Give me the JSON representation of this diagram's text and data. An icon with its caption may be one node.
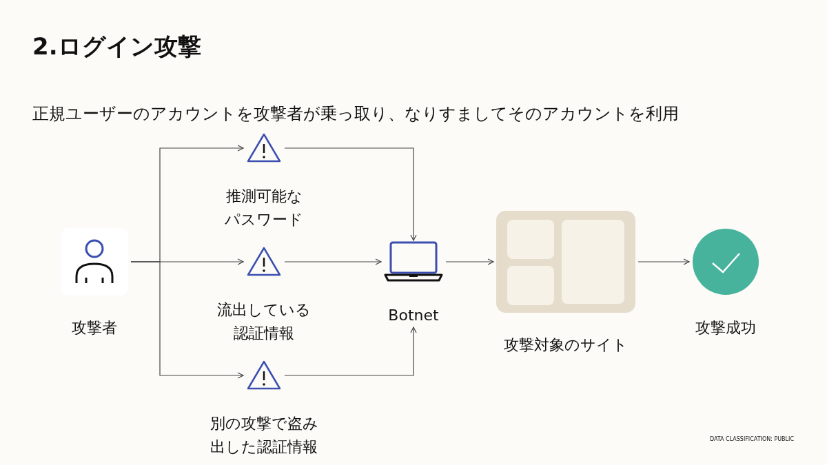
{
  "diagram": {
    "title": "2.ログイン攻撃",
    "nodes": [
      {
        "text": [
          "攻撃者"
        ]
      },
      {
        "text": [
          "推測可能なパスワード"
        ]
      },
      {
        "text": [
          "流出している認証情報"
        ]
      },
      {
        "text": [
          "別の攻撃で盗み出した認証情報"
        ]
      },
      {
        "text": [
          "Botnet"
        ]
      },
      {
        "text": [
          "攻撃対象のサイト"
        ]
      },
      {
        "text": [
          "攻撃成功"
        ]
      }
    ],
    "edges": [
      {
        "from": 0,
        "to": 1,
        "arrow": "to"
      },
      {
        "from": 0,
        "to": 2,
        "arrow": "to"
      },
      {
        "from": 0,
        "to": 3,
        "arrow": "to"
      },
      {
        "from": 1,
        "to": 4,
        "arrow": "to"
      },
      {
        "from": 2,
        "to": 4,
        "arrow": "to"
      },
      {
        "from": 3,
        "to": 4,
        "arrow": "to"
      },
      {
        "from": 4,
        "to": 5,
        "arrow": "to"
      },
      {
        "from": 5,
        "to": 6,
        "arrow": "to"
      }
    ],
    "labels": [
      "正規ユーザーのアカウントを攻撃者が乗っ取り、なりすましてそのアカウントを利用",
      "DATA CLASSIFICATION: PUBLIC"
    ]
  }
}
